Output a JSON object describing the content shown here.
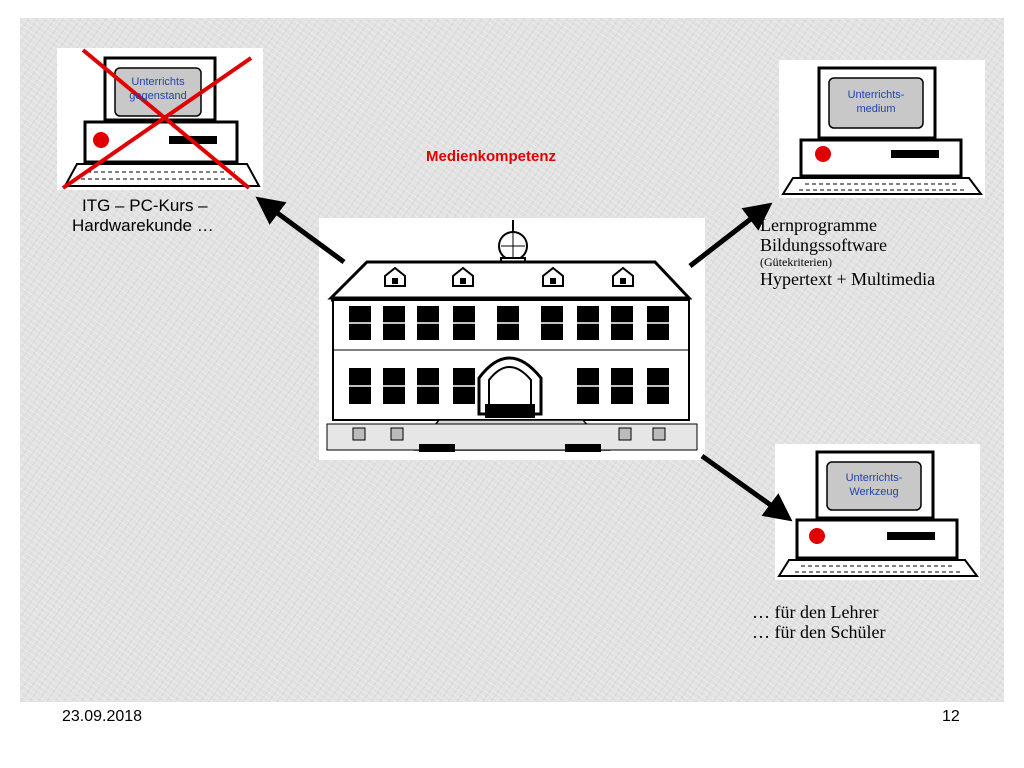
{
  "title": "Medienkompetenz",
  "left_computer": {
    "screen_lines": [
      "Unterrichts",
      "gegenstand"
    ],
    "crossed_out": true,
    "caption_lines": [
      "ITG – PC-Kurs –",
      "Hardwarekunde …"
    ]
  },
  "right_top_computer": {
    "screen_lines": [
      "Unterrichts-",
      "medium"
    ],
    "caption_lines": [
      "Lernprogramme",
      "Bildungssoftware",
      "(Gütekriterien)",
      "Hypertext + Multimedia"
    ]
  },
  "right_bottom_computer": {
    "screen_lines": [
      "Unterrichts-",
      "Werkzeug"
    ],
    "caption_lines": [
      "… für den Lehrer",
      "… für den Schüler"
    ]
  },
  "footer": {
    "date": "23.09.2018",
    "page": "12"
  },
  "colors": {
    "title": "#e00000",
    "cross": "#e00000",
    "screen_text": "#2244aa",
    "power_button": "#e00000"
  }
}
